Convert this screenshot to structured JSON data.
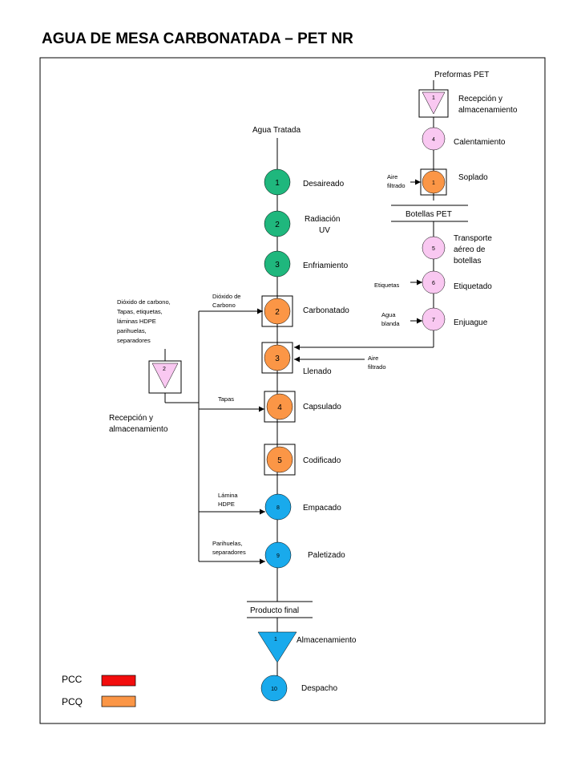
{
  "title": "AGUA DE MESA CARBONATADA – PET NR",
  "colors": {
    "teal": "#1fb77d",
    "orange": "#fb9646",
    "pink": "#f9c8f1",
    "blue": "#19aaec",
    "pcc": "#f20d0d",
    "pcq": "#fb9646"
  },
  "main_line": {
    "start_label": "Agua Tratada",
    "steps": {
      "desaireado": {
        "num": "1",
        "label": "Desaireado"
      },
      "radiacion": {
        "num": "2",
        "label1": "Radiación",
        "label2": "UV"
      },
      "enfriamiento": {
        "num": "3",
        "label": "Enfriamiento"
      },
      "carbonatado": {
        "num": "2",
        "label": "Carbonatado"
      },
      "llenado": {
        "num": "3",
        "label": "Llenado"
      },
      "capsulado": {
        "num": "4",
        "label": "Capsulado"
      },
      "codificado": {
        "num": "5",
        "label": "Codificado"
      },
      "empacado": {
        "num": "8",
        "label": "Empacado"
      },
      "paletizado": {
        "num": "9",
        "label": "Paletizado"
      }
    },
    "producto_final": "Producto final",
    "almacenamiento": {
      "num": "1",
      "label": "Almacenamiento"
    },
    "despacho": {
      "num": "10",
      "label": "Despacho"
    }
  },
  "left_branch": {
    "materials": [
      "Dióxido de carbono,",
      "Tapas, etiquetas,",
      "láminas HDPE",
      "parihuelas,",
      "separadores"
    ],
    "recepcion": {
      "num": "2",
      "label1": "Recepción y",
      "label2": "almacenamiento"
    },
    "inputs": {
      "co2": [
        "Dióxido de",
        "Carbono"
      ],
      "tapas": "Tapas",
      "lamina": [
        "Lámina",
        "HDPE"
      ],
      "parihuelas": [
        "Parihuelas,",
        "separadores"
      ]
    }
  },
  "right_branch": {
    "start_label": "Preformas PET",
    "recepcion": {
      "num": "1",
      "label1": "Recepción y",
      "label2": "almacenamiento"
    },
    "calentamiento": {
      "num": "4",
      "label": "Calentamiento"
    },
    "soplado": {
      "num": "1",
      "label": "Soplado",
      "input": [
        "Aire",
        "filtrado"
      ]
    },
    "botellas": "Botellas PET",
    "transporte": {
      "num": "5",
      "label1": "Transporte",
      "label2": "aéreo de",
      "label3": "botellas"
    },
    "etiquetado": {
      "num": "6",
      "label": "Etiquetado",
      "input": "Etiquetas"
    },
    "enjuague": {
      "num": "7",
      "label": "Enjuague",
      "input": [
        "Agua",
        "blanda"
      ]
    },
    "llenado_input": [
      "Aire",
      "filtrado"
    ]
  },
  "legend": {
    "pcc": "PCC",
    "pcq": "PCQ"
  }
}
